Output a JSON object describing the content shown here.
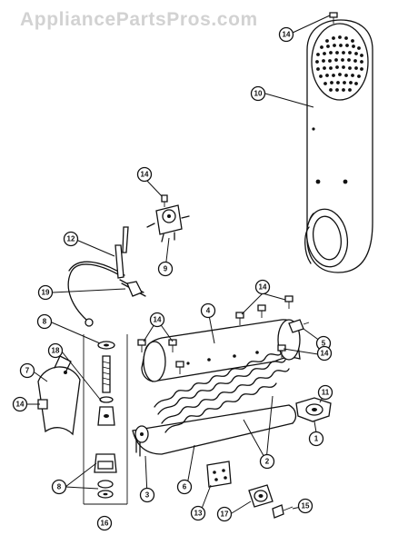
{
  "watermark": "AppliancePartsPros.com",
  "callouts": [
    {
      "id": "c14a",
      "label": "14"
    },
    {
      "id": "c10",
      "label": "10"
    },
    {
      "id": "c14b",
      "label": "14"
    },
    {
      "id": "c9",
      "label": "9"
    },
    {
      "id": "c12",
      "label": "12"
    },
    {
      "id": "c19",
      "label": "19"
    },
    {
      "id": "c8a",
      "label": "8"
    },
    {
      "id": "c18",
      "label": "18"
    },
    {
      "id": "c7",
      "label": "7"
    },
    {
      "id": "c14c",
      "label": "14"
    },
    {
      "id": "c14d",
      "label": "14"
    },
    {
      "id": "c4",
      "label": "4"
    },
    {
      "id": "c14e",
      "label": "14"
    },
    {
      "id": "c5",
      "label": "5"
    },
    {
      "id": "c14f",
      "label": "14"
    },
    {
      "id": "c11",
      "label": "11"
    },
    {
      "id": "c1",
      "label": "1"
    },
    {
      "id": "c2",
      "label": "2"
    },
    {
      "id": "c6",
      "label": "6"
    },
    {
      "id": "c3",
      "label": "3"
    },
    {
      "id": "c8b",
      "label": "8"
    },
    {
      "id": "c16",
      "label": "16"
    },
    {
      "id": "c13",
      "label": "13"
    },
    {
      "id": "c17",
      "label": "17"
    },
    {
      "id": "c15",
      "label": "15"
    }
  ]
}
